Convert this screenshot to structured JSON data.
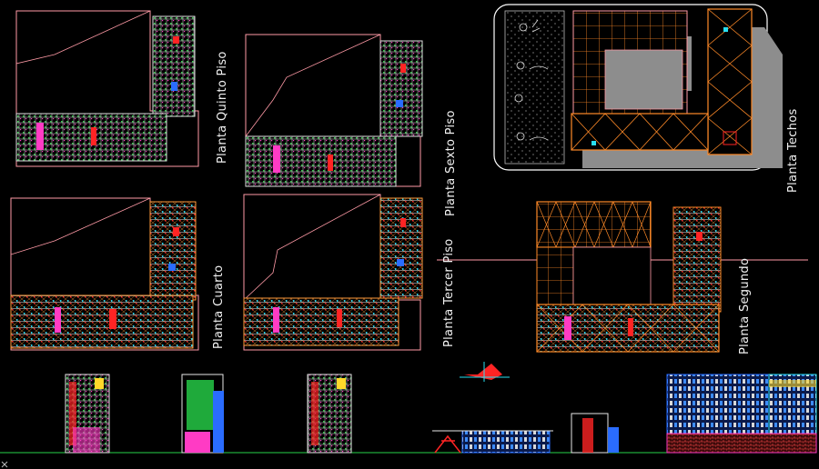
{
  "labels": {
    "quinto": "Planta Quinto Piso",
    "sexto": "Planta Sexto Piso",
    "techos": "Planta Techos",
    "cuarto": "Planta Cuarto",
    "tercer": "Planta Tercer Piso",
    "segundo": "Planta Segundo"
  },
  "colors": {
    "background": "#000000",
    "outline": "#ff9aa6",
    "wall": "#ffffff",
    "roof_orange": "#ff8a28",
    "green": "#27d44a",
    "red": "#ff2424",
    "magenta": "#ff3bc4",
    "cyan": "#29e0f2",
    "blue": "#2a6cff",
    "yellow": "#ffd82a",
    "grey": "#8d8d8d"
  }
}
